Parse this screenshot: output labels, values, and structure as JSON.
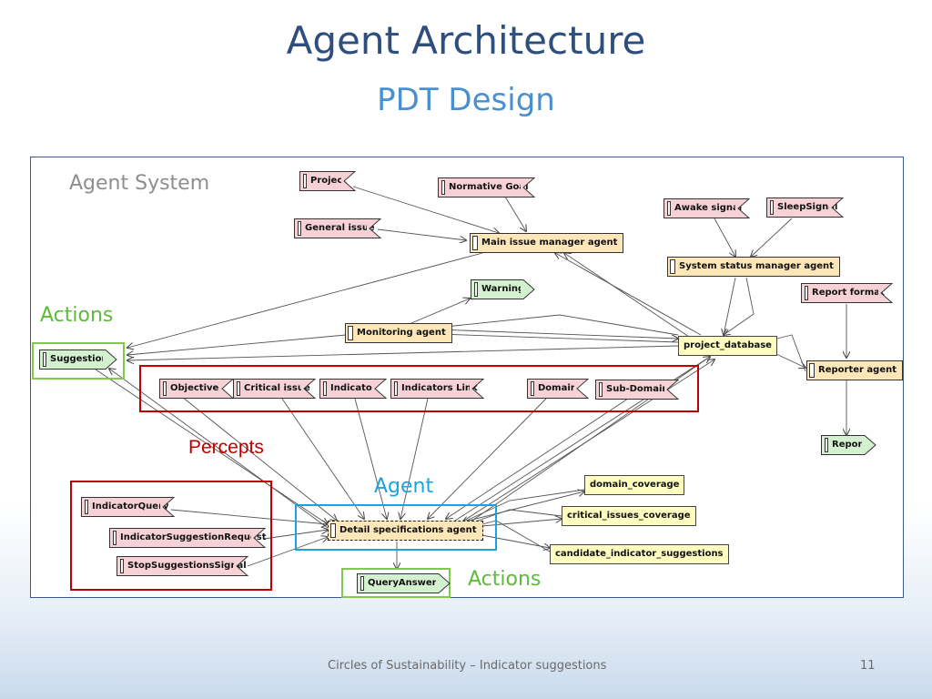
{
  "slide": {
    "title": "Agent Architecture",
    "subtitle": "PDT Design",
    "footer": "Circles of Sustainability – Indicator suggestions",
    "page_number": "11"
  },
  "labels": {
    "agent_system": "Agent System",
    "actions_left": "Actions",
    "actions_bottom": "Actions",
    "percepts": "Percepts",
    "agent": "Agent"
  },
  "colors": {
    "title": "#2e4f7e",
    "subtitle": "#4a8fd0",
    "percept_box": "#c00000",
    "action_box": "#7fc94f",
    "agent_box": "#1aa3e0",
    "agent_fill": "#fde6b8",
    "data_fill": "#fffcc0",
    "percept_fill": "#f6d2d7",
    "action_fill": "#d3f0cf"
  },
  "nodes": {
    "project": "Project",
    "normative_goal": "Normative Goal",
    "general_issue": "General issue",
    "main_issue_manager_agent": "Main issue manager agent",
    "awake_signal": "Awake signal",
    "sleep_signal": "SleepSignal",
    "system_status_manager_agent": "System status manager agent",
    "report_format": "Report format",
    "warning": "Warning",
    "monitoring_agent": "Monitoring agent",
    "project_database": "project_database",
    "reporter_agent": "Reporter agent",
    "suggestion": "Suggestion",
    "objective": "Objective",
    "critical_issue": "Critical issue",
    "indicator": "Indicator",
    "indicators_link": "Indicators Link",
    "domain": "Domain",
    "sub_domain": "Sub-Domain",
    "report": "Report",
    "indicator_query": "IndicatorQuery",
    "indicator_suggestion_request": "IndicatorSuggestionRequest",
    "stop_suggestions_signal": "StopSuggestionsSignal",
    "detail_specifications_agent": "Detail specifications agent",
    "domain_coverage": "domain_coverage",
    "critical_issues_coverage": "critical_issues_coverage",
    "candidate_indicator_suggestions": "candidate_indicator_suggestions",
    "query_answer": "QueryAnswer"
  }
}
